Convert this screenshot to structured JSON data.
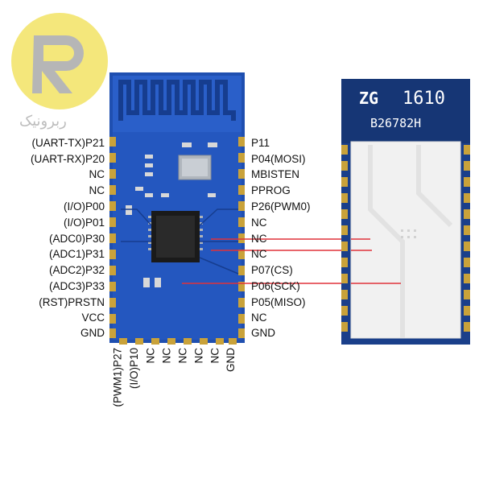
{
  "logo": {
    "mark": "R",
    "text": "ربرونیک"
  },
  "left_pins": [
    "(UART-TX)P21",
    "(UART-RX)P20",
    "NC",
    "NC",
    "(I/O)P00",
    "(I/O)P01",
    "(ADC0)P30",
    "(ADC1)P31",
    "(ADC2)P32",
    "(ADC3)P33",
    "(RST)PRSTN",
    "VCC",
    "GND"
  ],
  "right_pins": [
    "P11",
    "P04(MOSI)",
    "MBISTEN",
    "PPROG",
    "P26(PWM0)",
    "NC",
    "NC",
    "NC",
    "P07(CS)",
    "P06(SCK)",
    "P05(MISO)",
    "NC",
    "GND"
  ],
  "bottom_pins": [
    "(PWM1)P27",
    "(I/O)P10",
    "NC",
    "NC",
    "NC",
    "NC",
    "NC",
    "GND"
  ],
  "shield_chip": {
    "brand": "ZG",
    "code": "1610",
    "part": "B26782H"
  },
  "colors": {
    "pcb": "#1f4fb0",
    "pcb_dark": "#163d8f",
    "gold": "#c9a23a",
    "shield": "#f1f1f1",
    "line": "#e0323a",
    "logo": "#f2e26a"
  }
}
